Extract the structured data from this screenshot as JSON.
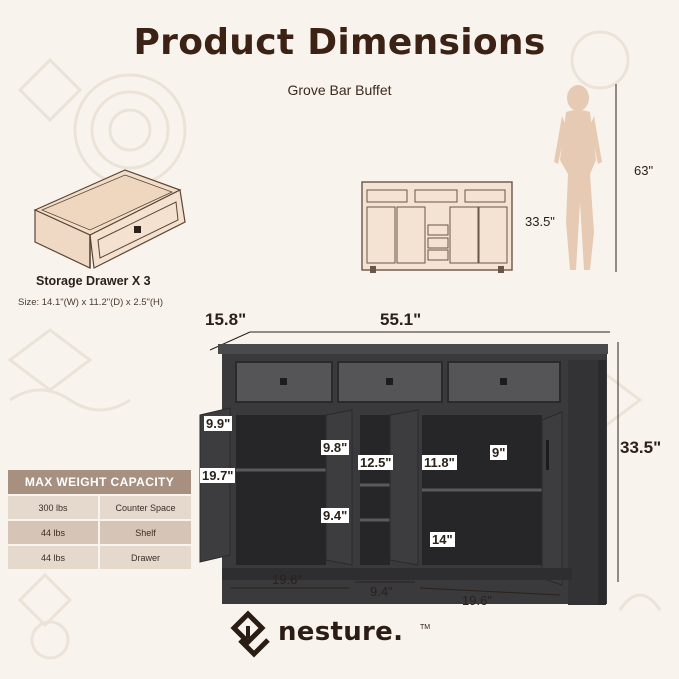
{
  "title": "Product Dimensions",
  "subtitle": "Grove Bar Buffet",
  "drawer": {
    "title": "Storage Drawer X 3",
    "size": "Size: 14.1\"(W) x 11.2\"(D) x 2.5\"(H)"
  },
  "silhouette": {
    "height_label": "63\"",
    "buffet_height_label": "33.5\""
  },
  "dimensions": {
    "depth": "15.8\"",
    "width": "55.1\"",
    "height": "33.5\"",
    "door_width": "9.9\"",
    "side_shelf_height": "19.7\"",
    "center_upper": "9.8\"",
    "center_width": "12.5\"",
    "center_lower": "9.4\"",
    "right_width": "11.8\"",
    "right_upper": "9\"",
    "right_depth": "14\"",
    "bottom_left": "19.6\"",
    "bottom_center": "9.4\"",
    "bottom_right": "19.6\""
  },
  "weight_table": {
    "header": "MAX WEIGHT CAPACITY",
    "rows": [
      {
        "weight": "300 lbs",
        "location": "Counter Space"
      },
      {
        "weight": "44 lbs",
        "location": "Shelf"
      },
      {
        "weight": "44 lbs",
        "location": "Drawer"
      }
    ]
  },
  "brand": {
    "name": "nesture.",
    "trademark": "TM"
  },
  "colors": {
    "background": "#f8f3ec",
    "title": "#3b2214",
    "table_header": "#a79080",
    "cabinet": "#3a3a3c"
  }
}
